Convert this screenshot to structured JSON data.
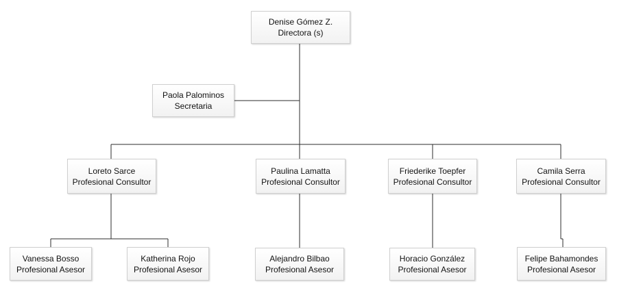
{
  "org_chart": {
    "director": {
      "name": "Denise Gómez Z.",
      "role": "Directora (s)"
    },
    "secretary": {
      "name": "Paola Palominos",
      "role": "Secretaria"
    },
    "consultants": [
      {
        "name": "Loreto Sarce",
        "role": "Profesional Consultor"
      },
      {
        "name": "Paulina Lamatta",
        "role": "Profesional Consultor"
      },
      {
        "name": "Friederike Toepfer",
        "role": "Profesional Consultor"
      },
      {
        "name": "Camila Serra",
        "role": "Profesional Consultor"
      }
    ],
    "advisors": [
      {
        "name": "Vanessa Bosso",
        "role": "Profesional Asesor"
      },
      {
        "name": "Katherina Rojo",
        "role": "Profesional Asesor"
      },
      {
        "name": "Alejandro Bilbao",
        "role": "Profesional Asesor"
      },
      {
        "name": "Horacio González",
        "role": "Profesional Asesor"
      },
      {
        "name": "Felipe Bahamondes",
        "role": "Profesional Asesor"
      }
    ]
  },
  "colors": {
    "box_border": "#cfcfcf",
    "box_fill_top": "#ffffff",
    "box_fill_bottom": "#f2f2f2",
    "connector": "#2b2b2b",
    "text": "#111111"
  }
}
